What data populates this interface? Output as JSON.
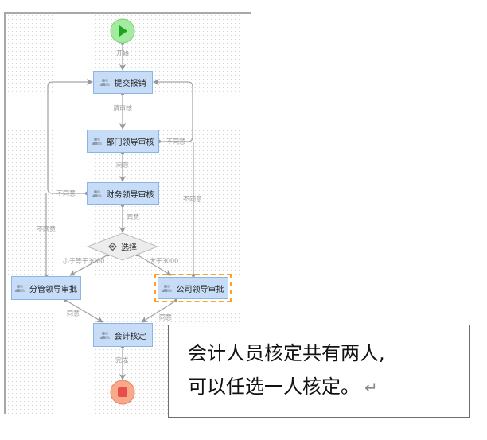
{
  "diagram": {
    "start_node": {
      "icon": "play-icon",
      "color": "#9be59b"
    },
    "end_node": {
      "icon": "stop-icon",
      "color": "#f6a487"
    },
    "nodes": [
      {
        "id": "submit",
        "label": "提交报销",
        "icon": "user-group-icon"
      },
      {
        "id": "dept",
        "label": "部门领导审核",
        "icon": "user-group-icon"
      },
      {
        "id": "finance",
        "label": "财务领导审核",
        "icon": "user-group-icon"
      },
      {
        "id": "choice",
        "label": "选择",
        "icon": "gateway-icon"
      },
      {
        "id": "branch",
        "label": "分管领导审批",
        "icon": "user-group-icon"
      },
      {
        "id": "company",
        "label": "公司领导审批",
        "icon": "user-group-icon",
        "selected": true
      },
      {
        "id": "accounting",
        "label": "会计核定",
        "icon": "user-group-icon"
      }
    ],
    "edges": [
      {
        "label": "开始"
      },
      {
        "label": "请审核"
      },
      {
        "label": "不同意"
      },
      {
        "label": "同意"
      },
      {
        "label": "不同意"
      },
      {
        "label": "同意"
      },
      {
        "label": "不同意"
      },
      {
        "label": "不同意"
      },
      {
        "label": "小于等于3000"
      },
      {
        "label": "大于3000"
      },
      {
        "label": "同意"
      },
      {
        "label": "同意"
      },
      {
        "label": "完成"
      }
    ],
    "colors": {
      "node_fill": "#c7ddf7",
      "node_border": "#8db4e4",
      "edge": "#a0a0a0",
      "selected": "#f5a623"
    }
  },
  "callout": {
    "line1": "会计人员核定共有两人,",
    "line2": "可以任选一人核定。",
    "return_mark": "↵"
  }
}
